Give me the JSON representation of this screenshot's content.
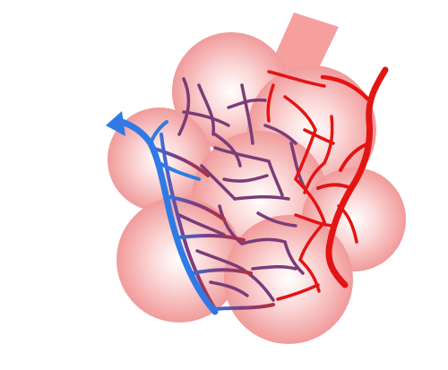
{
  "diagram": {
    "background": "#ffffff",
    "colors": {
      "alveolus_edge": "#f18a8a",
      "alveolus_mid": "#f7bcbc",
      "alveolus_center": "#ffffff",
      "bronchiole": "#f59a9a",
      "artery": "#e31414",
      "vein": "#2f7ae5",
      "mixed_vessel": "#8a3a7a"
    },
    "icons": [
      "alveolus-sac",
      "bronchiole-duct",
      "capillary-network",
      "arrow-head"
    ]
  }
}
